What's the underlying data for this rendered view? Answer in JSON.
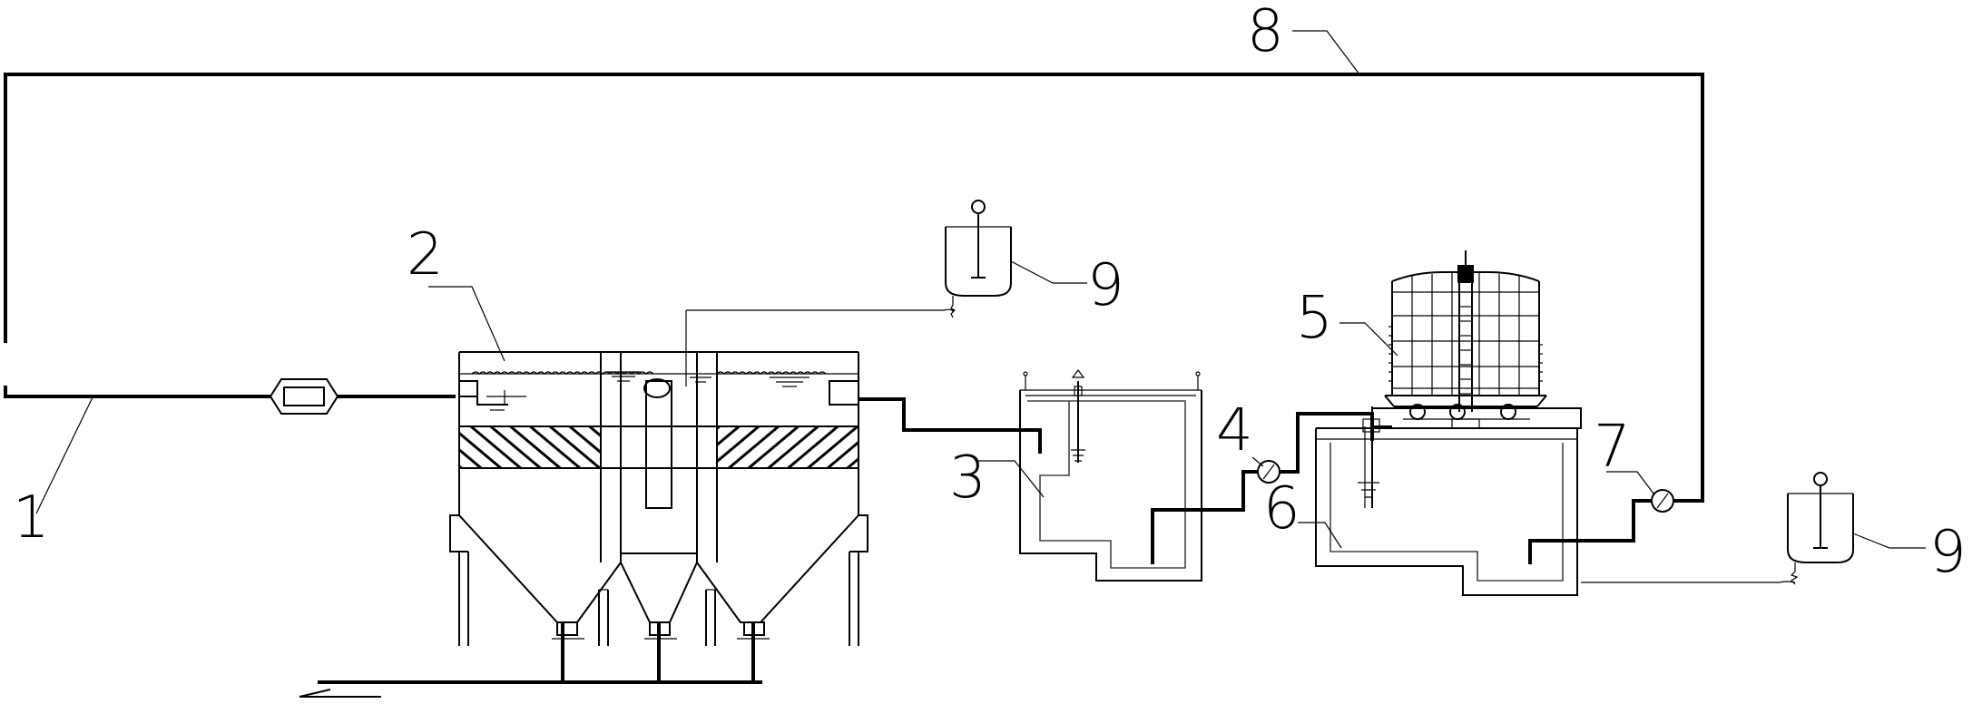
{
  "labels": [
    {
      "id": "raw-water-inlet-pipe",
      "text": "1"
    },
    {
      "id": "sedimentation-tank",
      "text": "2"
    },
    {
      "id": "intermediate-pool",
      "text": "3"
    },
    {
      "id": "lift-pump",
      "text": "4"
    },
    {
      "id": "cooling-tower",
      "text": "5"
    },
    {
      "id": "cooling-water-pool",
      "text": "6"
    },
    {
      "id": "circulation-pump",
      "text": "7"
    },
    {
      "id": "return-pipe",
      "text": "8"
    },
    {
      "id": "dosing-tank-upper",
      "text": "9"
    },
    {
      "id": "dosing-tank-lower",
      "text": "9"
    }
  ]
}
